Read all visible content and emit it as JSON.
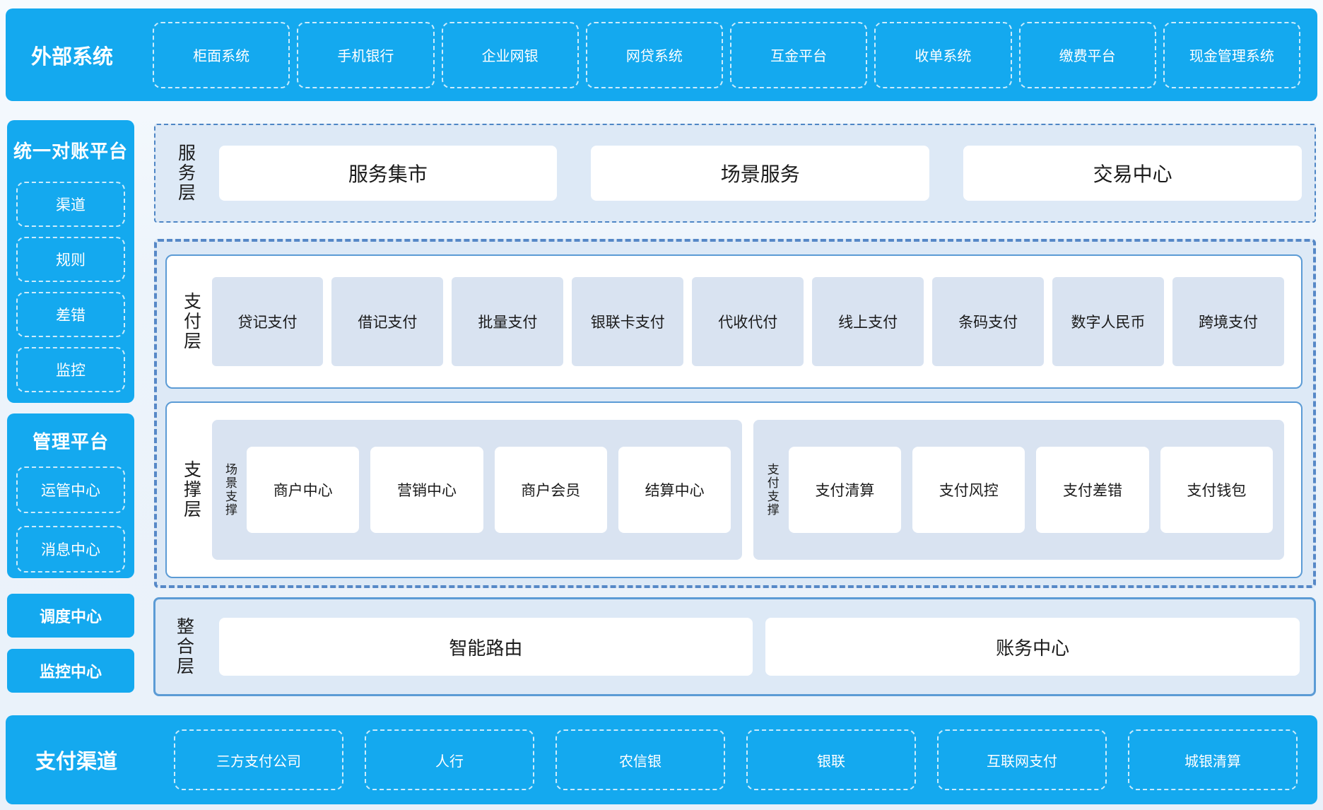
{
  "colors": {
    "brand_blue": "#14a9ef",
    "region_bg": "#dde9f6",
    "item_blue": "#d9e3f1",
    "border_blue": "#5b9bd5",
    "page_bg": "#edf4fb"
  },
  "top_bar": {
    "title": "外部系统",
    "items": [
      "柜面系统",
      "手机银行",
      "企业网银",
      "网贷系统",
      "互金平台",
      "收单系统",
      "缴费平台",
      "现金管理系统"
    ]
  },
  "sidebar": {
    "reconciliation": {
      "title": "统一对账平台",
      "items": [
        "渠道",
        "规则",
        "差错",
        "监控"
      ]
    },
    "management": {
      "title": "管理平台",
      "items": [
        "运管中心",
        "消息中心"
      ]
    },
    "standalone": [
      "调度中心",
      "监控中心"
    ]
  },
  "layers": {
    "service": {
      "label": "服务层",
      "items": [
        "服务集市",
        "场景服务",
        "交易中心"
      ]
    },
    "payment": {
      "label": "支付层",
      "items": [
        "贷记支付",
        "借记支付",
        "批量支付",
        "银联卡支付",
        "代收代付",
        "线上支付",
        "条码支付",
        "数字人民币",
        "跨境支付"
      ]
    },
    "support": {
      "label": "支撑层",
      "groups": [
        {
          "label": "场景支撑",
          "items": [
            "商户中心",
            "营销中心",
            "商户会员",
            "结算中心"
          ]
        },
        {
          "label": "支付支撑",
          "items": [
            "支付清算",
            "支付风控",
            "支付差错",
            "支付钱包"
          ]
        }
      ]
    },
    "integration": {
      "label": "整合层",
      "items": [
        "智能路由",
        "账务中心"
      ]
    }
  },
  "bottom_bar": {
    "title": "支付渠道",
    "items": [
      "三方支付公司",
      "人行",
      "农信银",
      "银联",
      "互联网支付",
      "城银清算"
    ]
  }
}
